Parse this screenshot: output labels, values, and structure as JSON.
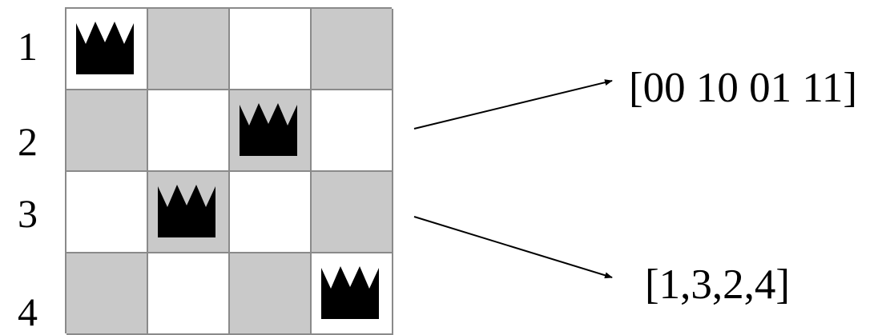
{
  "row_labels": [
    "1",
    "2",
    "3",
    "4"
  ],
  "board": {
    "size": 4,
    "pattern": [
      [
        "light",
        "dark",
        "light",
        "dark"
      ],
      [
        "dark",
        "light",
        "dark",
        "light"
      ],
      [
        "light",
        "dark",
        "light",
        "dark"
      ],
      [
        "dark",
        "light",
        "dark",
        "light"
      ]
    ],
    "queens": [
      {
        "row": 1,
        "col": 1
      },
      {
        "row": 2,
        "col": 3
      },
      {
        "row": 3,
        "col": 2
      },
      {
        "row": 4,
        "col": 4
      }
    ],
    "queen_icon": "crown-icon"
  },
  "binary_encoding": "[00 10 01 11]",
  "permutation_encoding": "[1,3,2,4]"
}
